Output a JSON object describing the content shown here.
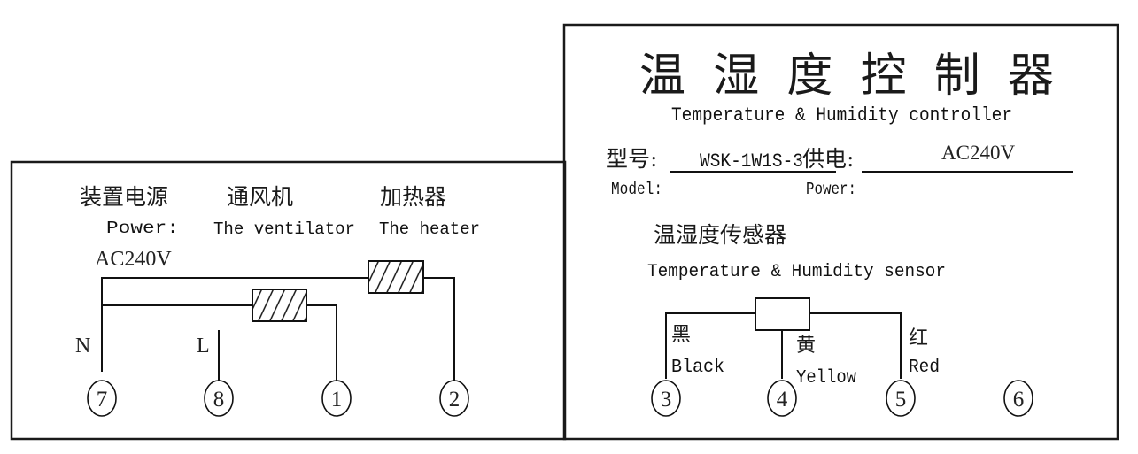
{
  "left_panel": {
    "power": {
      "cn": "装置电源",
      "en": "Power:",
      "value": "AC240V"
    },
    "ventilator": {
      "cn": "通风机",
      "en": "The ventilator"
    },
    "heater": {
      "cn": "加热器",
      "en": "The heater"
    },
    "wire_labels": {
      "neutral": "N",
      "live": "L"
    },
    "terminals": [
      "7",
      "8",
      "1",
      "2"
    ]
  },
  "right_panel": {
    "title_cn": "温 湿 度 控 制 器",
    "title_en": "Temperature & Humidity controller",
    "model": {
      "label_cn": "型号:",
      "label_en": "Model:",
      "value": "WSK-1W1S-3"
    },
    "supply": {
      "label_cn": "供电:",
      "label_en": "Power:",
      "value": "AC240V"
    },
    "sensor": {
      "cn": "温湿度传感器",
      "en": "Temperature & Humidity sensor"
    },
    "wires": [
      {
        "cn": "黑",
        "en": "Black"
      },
      {
        "cn": "黄",
        "en": "Yellow"
      },
      {
        "cn": "红",
        "en": "Red"
      }
    ],
    "terminals": [
      "3",
      "4",
      "5",
      "6"
    ]
  }
}
